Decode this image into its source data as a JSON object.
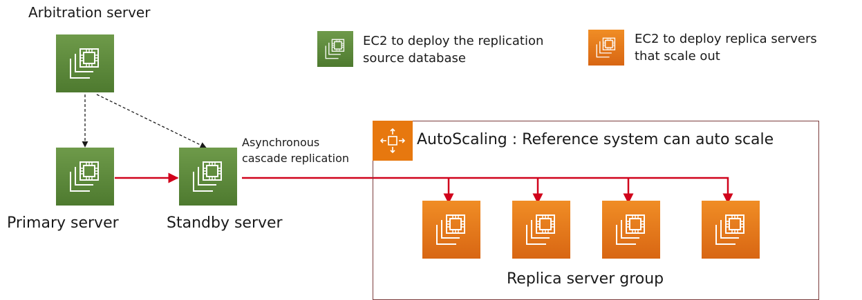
{
  "servers": {
    "arbitration": "Arbitration server",
    "primary": "Primary server",
    "standby": "Standby server"
  },
  "legend": {
    "green_line1": "EC2 to deploy the replication",
    "green_line2": "source database",
    "orange_line1": "EC2 to deploy replica servers",
    "orange_line2": "that scale out"
  },
  "replication": {
    "line1": "Asynchronous",
    "line2": "cascade replication"
  },
  "autoscaling": {
    "title": "AutoScaling : Reference system can auto scale",
    "group_label": "Replica server group"
  },
  "colors": {
    "ec2_green": "#5a8a38",
    "ec2_orange": "#e7780f",
    "replication_arrow": "#d0021b",
    "box_border": "#7a3a3a"
  },
  "icons": {
    "ec2": "ec2-instance-icon",
    "autoscaling": "autoscaling-icon"
  }
}
